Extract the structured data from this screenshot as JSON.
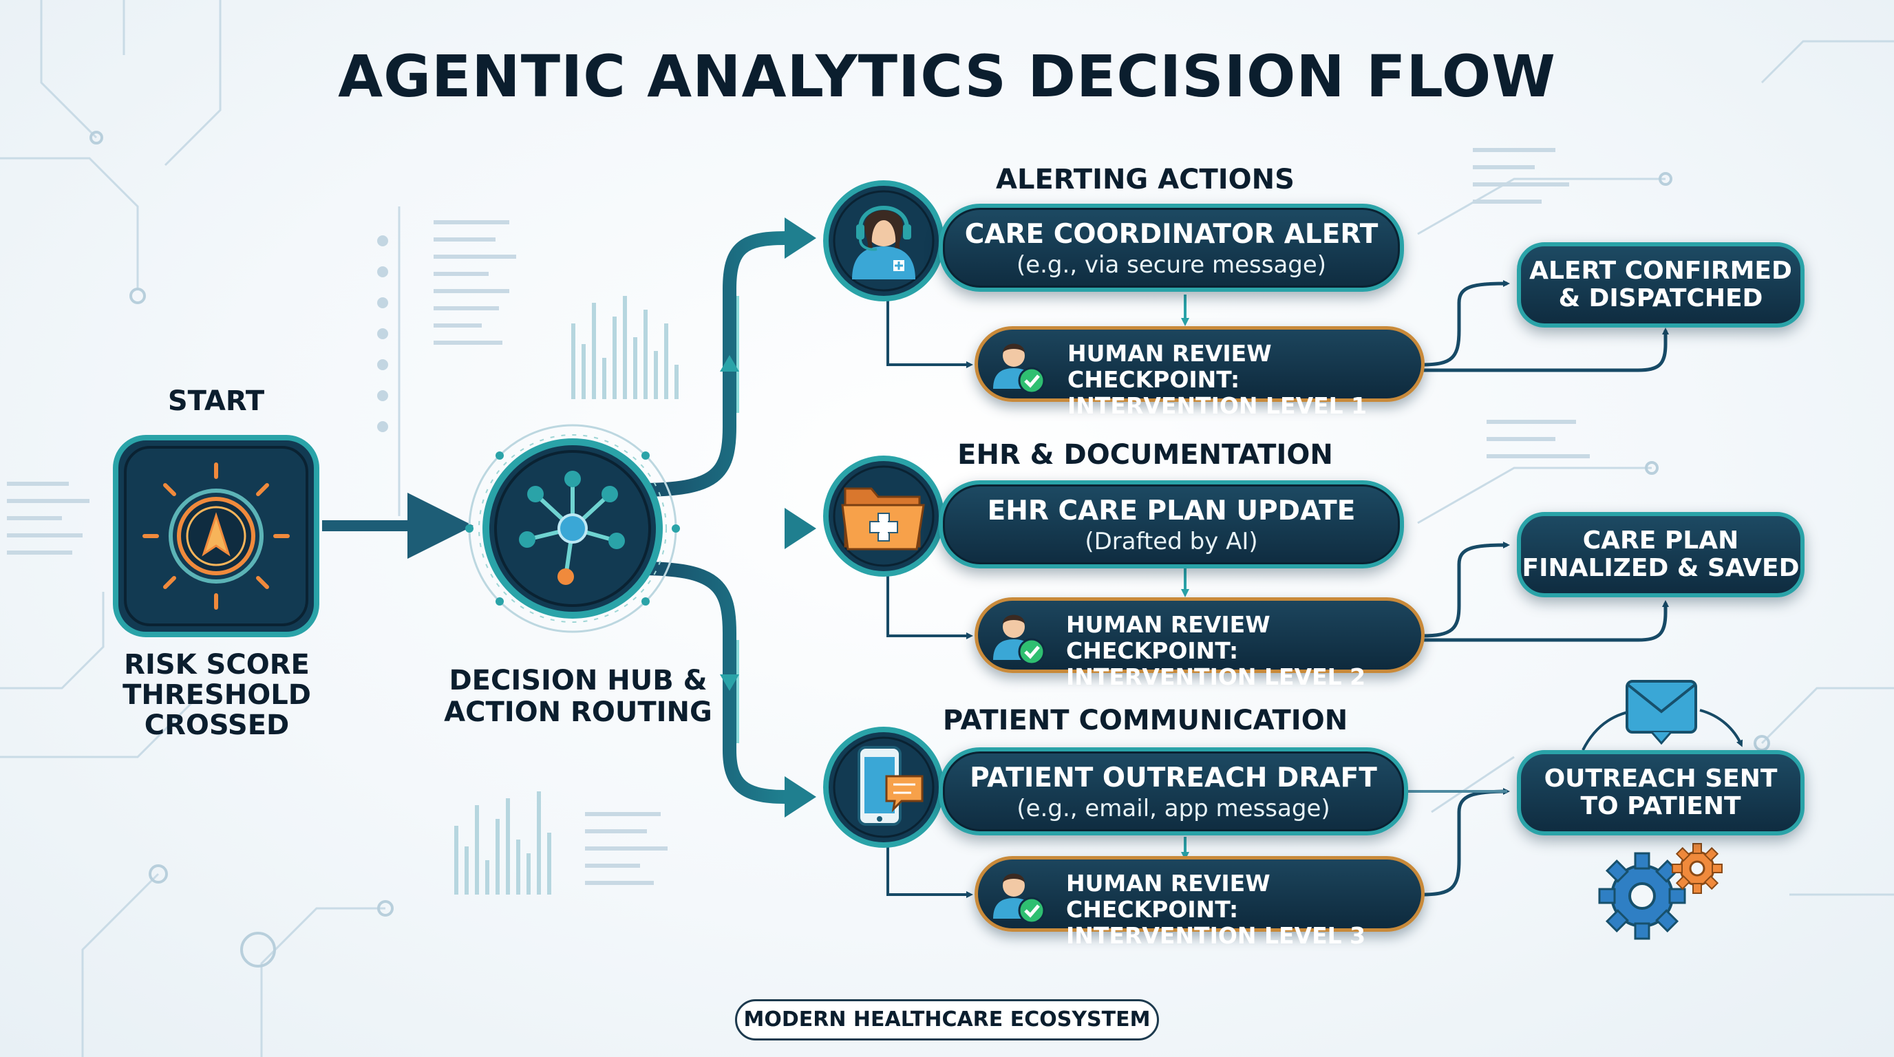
{
  "title": "AGENTIC ANALYTICS DECISION FLOW",
  "start": {
    "heading": "START",
    "caption": "RISK SCORE\nTHRESHOLD\nCROSSED",
    "icon": "alert-beacon-icon"
  },
  "hub": {
    "caption": "DECISION HUB &\nACTION ROUTING",
    "icon": "network-hub-icon"
  },
  "sections": [
    {
      "heading": "ALERTING ACTIONS",
      "action_title": "CARE COORDINATOR ALERT",
      "action_sub": "(e.g., via secure message)",
      "icon": "headset-agent-icon",
      "review_line1": "HUMAN REVIEW CHECKPOINT:",
      "review_line2": "INTERVENTION LEVEL 1",
      "outcome": "ALERT CONFIRMED\n& DISPATCHED"
    },
    {
      "heading": "EHR & DOCUMENTATION",
      "action_title": "EHR CARE PLAN UPDATE",
      "action_sub": "(Drafted by AI)",
      "icon": "medical-folder-icon",
      "review_line1": "HUMAN REVIEW CHECKPOINT:",
      "review_line2": "INTERVENTION LEVEL 2",
      "outcome": "CARE PLAN\nFINALIZED & SAVED"
    },
    {
      "heading": "PATIENT COMMUNICATION",
      "action_title": "PATIENT OUTREACH DRAFT",
      "action_sub": "(e.g., email, app message)",
      "icon": "mobile-message-icon",
      "review_line1": "HUMAN REVIEW CHECKPOINT:",
      "review_line2": "INTERVENTION LEVEL 3",
      "outcome": "OUTREACH SENT\nTO PATIENT"
    }
  ],
  "footer": "MODERN HEALTHCARE ECOSYSTEM",
  "colors": {
    "navy": "#0f2c40",
    "teal": "#2aa3a8",
    "review_border": "#c98a3a",
    "accent_orange": "#f08a3c",
    "check_green": "#2fbf71"
  }
}
